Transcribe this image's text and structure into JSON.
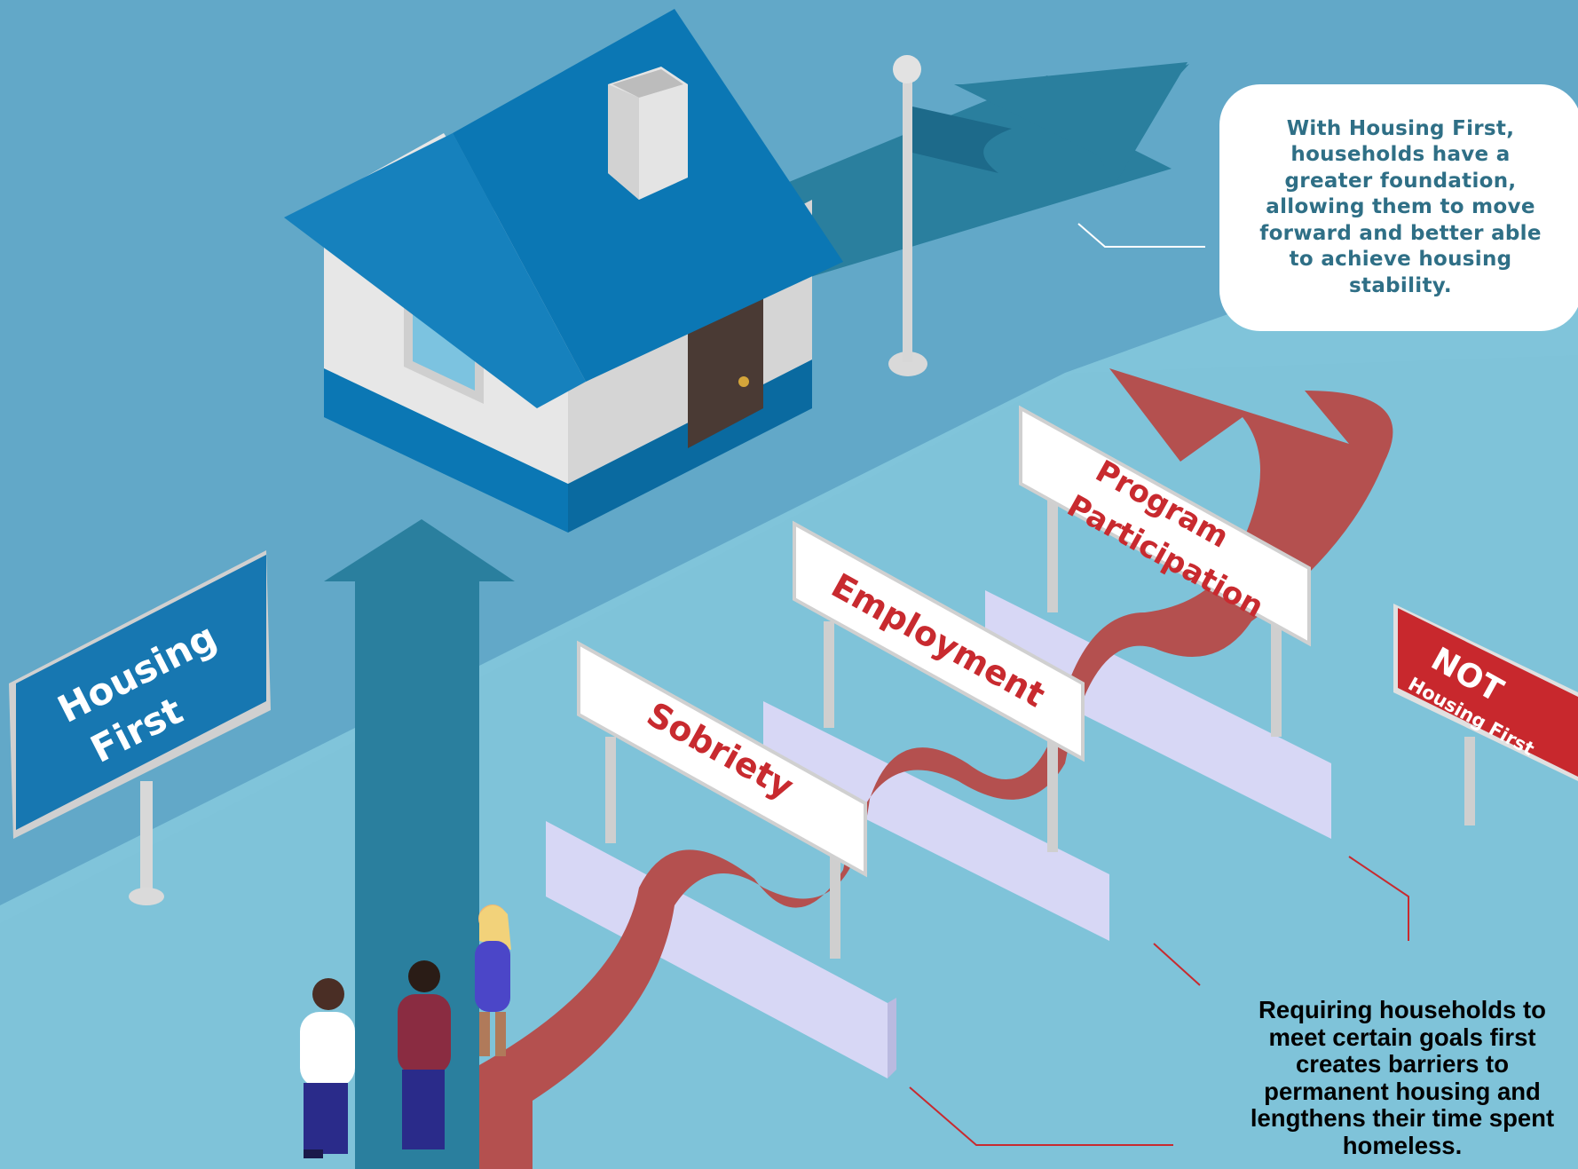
{
  "signs": {
    "housing_first": [
      "Housing",
      "First"
    ],
    "sobriety": "Sobriety",
    "employment": "Employment",
    "program": [
      "Program",
      "Participation"
    ],
    "not_housing_first": [
      "NOT",
      "Housing First"
    ]
  },
  "callouts": {
    "housing_first_benefit": "With Housing First, households have a greater foundation, allowing them to move forward and better able to achieve housing stability.",
    "barriers": "Requiring households to meet certain goals first creates barriers to permanent housing and lengthens their time spent homeless."
  },
  "colors": {
    "background_dark": "#62a8c8",
    "ground_light": "#80c4da",
    "roof_blue": "#0b77b4",
    "arrow_teal": "#2a7f9e",
    "red_path": "#b4504f",
    "sign_text_red": "#c82a2f",
    "barrier_lavender": "#d3d3f3"
  }
}
